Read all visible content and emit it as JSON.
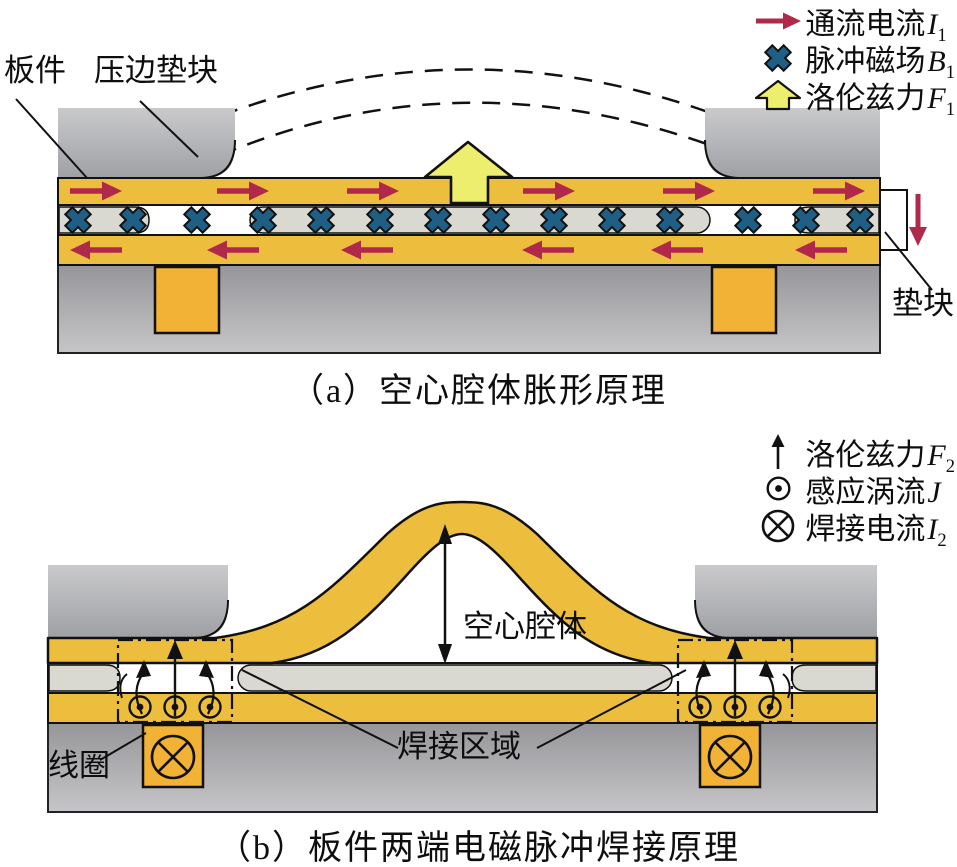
{
  "colors": {
    "plate_gold": "#EDBE3D",
    "force_lemon": "#EDED6E",
    "current_red": "#B0294B",
    "field_blue": "#1F5F86",
    "layer_gray": "#D9D9D1",
    "pad_orange": "#F1B236",
    "holder_gray": "#B4B4B8",
    "base_gray": "#9A9A9E"
  },
  "figure_a": {
    "caption": "（a）空心腔体胀形原理",
    "labels": {
      "plate": "板件",
      "edge_holder": "压边垫块",
      "spacer": "垫块"
    },
    "legend": [
      {
        "icon": "red-right-arrow-icon",
        "label": "通流电流",
        "variable": "I",
        "subscript": "1"
      },
      {
        "icon": "cross-field-icon",
        "label": "脉冲磁场",
        "variable": "B",
        "subscript": "1"
      },
      {
        "icon": "yellow-up-arrow-icon",
        "label": "洛伦兹力",
        "variable": "F",
        "subscript": "1"
      }
    ]
  },
  "figure_b": {
    "caption": "（b）板件两端电磁脉冲焊接原理",
    "labels": {
      "cavity": "空心腔体",
      "weld_zone": "焊接区域",
      "coil": "线圈"
    },
    "legend": [
      {
        "icon": "black-up-arrow-icon",
        "label": "洛伦兹力",
        "variable": "F",
        "subscript": "2"
      },
      {
        "icon": "circle-dot-icon",
        "label": "感应涡流",
        "variable": "J",
        "subscript": ""
      },
      {
        "icon": "circle-cross-icon",
        "label": "焊接电流",
        "variable": "I",
        "subscript": "2"
      }
    ]
  }
}
